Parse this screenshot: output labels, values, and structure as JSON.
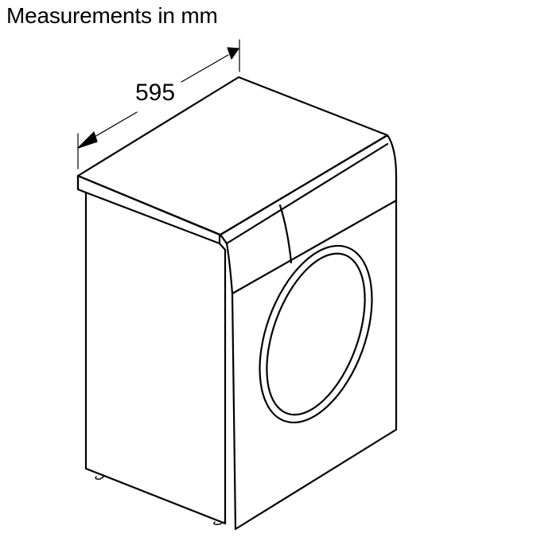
{
  "title": "Measurements in mm",
  "dimensions": {
    "width_label": "595"
  },
  "colors": {
    "line": "#000000",
    "background": "#ffffff"
  },
  "diagram": {
    "subject": "washing machine isometric line drawing",
    "parts": [
      "top-panel",
      "control-panel",
      "front-panel",
      "side-panel",
      "door-ring",
      "feet",
      "width-dimension-line"
    ]
  }
}
